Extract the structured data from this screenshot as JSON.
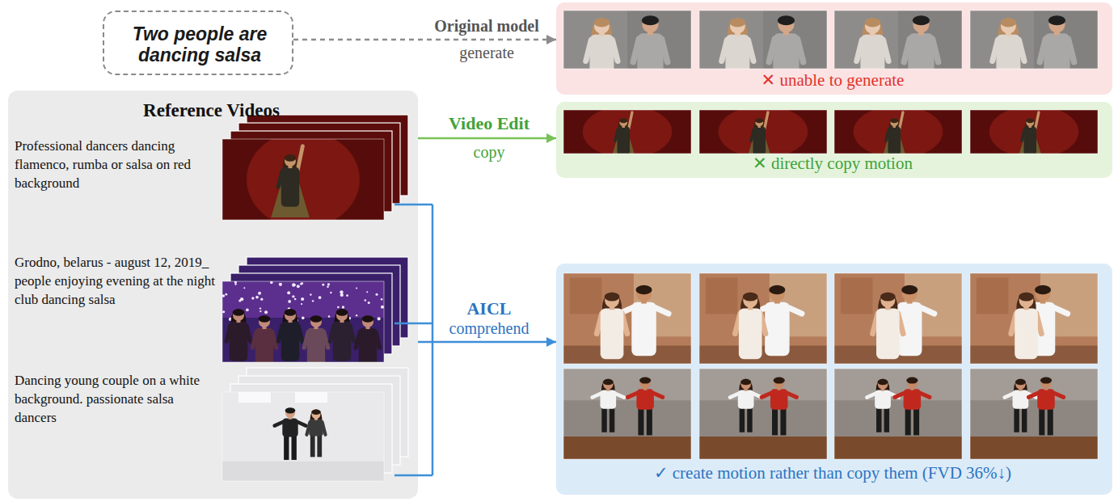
{
  "diagram": {
    "nodes": [
      {
        "text": [
          "Two people are dancing salsa"
        ]
      },
      {
        "text": [
          "✕ unable to generate"
        ]
      },
      {
        "text": [
          "Reference Videos",
          "Professional dancers dancing flamenco, rumba or salsa on red background",
          "Grodno, belarus - august 12, 2019_ people enjoying evening at the night club dancing salsa",
          "Dancing young couple on a white background. passionate salsa dancers"
        ]
      },
      {
        "text": [
          "✕ directly copy motion"
        ]
      },
      {
        "text": [
          "✓ create motion rather than copy them (FVD 36%↓)"
        ]
      }
    ],
    "edges": [
      {
        "from": 0,
        "to": 1,
        "arrow": "to",
        "label": "Original model"
      },
      {
        "from": 2,
        "to": 3,
        "arrow": "to",
        "label": "Video Edit"
      },
      {
        "from": 2,
        "to": 4,
        "arrow": "to",
        "label": "AICL"
      }
    ],
    "labels": [
      "generate",
      "copy",
      "comprehend"
    ]
  }
}
